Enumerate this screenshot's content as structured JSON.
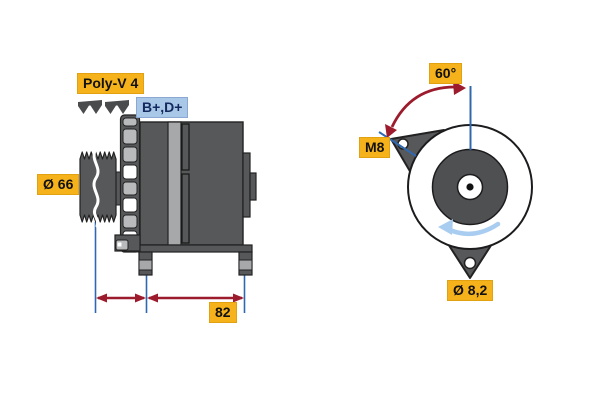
{
  "side_view": {
    "labels": {
      "belt_type": "Poly-V 4",
      "terminals": "B+,D+",
      "pulley_diameter": "Ø 66",
      "mounting_length": "82"
    },
    "icons": {
      "belt_profile": "poly-v-belt-ribs-icon"
    }
  },
  "front_view": {
    "labels": {
      "mount_angle": "60°",
      "thread_size": "M8",
      "mount_hole_diameter": "Ø 8,2"
    },
    "icons": {
      "rotation": "rotation-direction-arrow-icon"
    }
  },
  "colors": {
    "label_yellow": "#f6b21b",
    "label_blue_bg": "#a9c8e8",
    "label_blue_text": "#142a5e",
    "dimension_red": "#9c1b2c",
    "dimension_blue": "#3068af",
    "rotation_arrow_blue": "#a9cdf0",
    "body_dark_gray": "#57585a",
    "body_light_gray": "#a7a8aa",
    "slot_gray": "#b9babc",
    "outline": "#1f2022",
    "background": "#ffffff"
  }
}
